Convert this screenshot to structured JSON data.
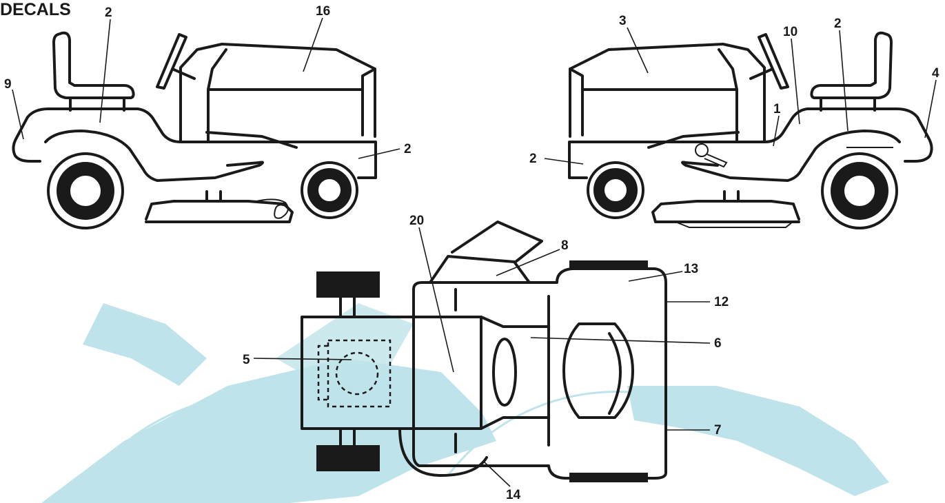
{
  "title": "DECALS",
  "colors": {
    "line": "#1a1a1a",
    "watermark": "#bfe3ea",
    "background": "#ffffff"
  },
  "callouts": {
    "left_view": {
      "seat": "2",
      "hood": "16",
      "rear": "9",
      "frame": "2"
    },
    "right_view": {
      "hood": "3",
      "dash": "10",
      "fender": "2",
      "rear": "4",
      "frame_front": "2",
      "lever": "1"
    },
    "top_view": {
      "chute": "20",
      "discharge": "8",
      "fender_top": "13",
      "side": "12",
      "steering": "6",
      "hood_top": "5",
      "right_side": "7",
      "bottom": "14"
    }
  }
}
